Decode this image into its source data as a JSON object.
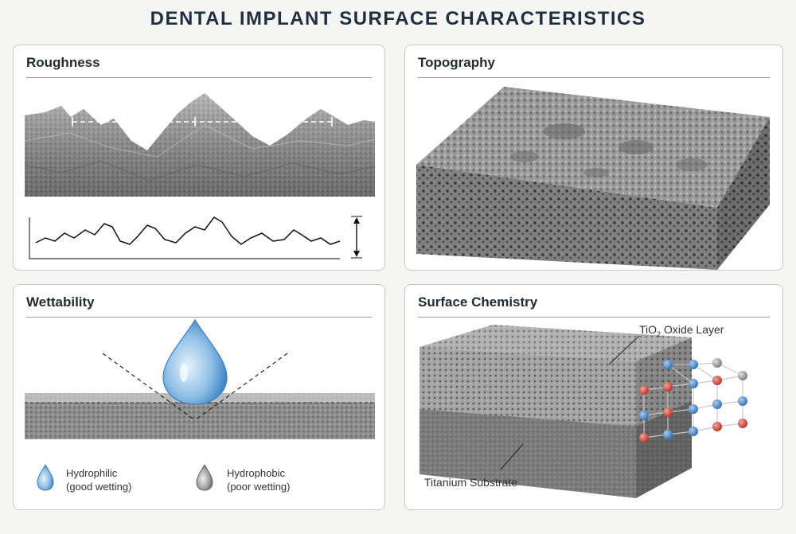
{
  "title": "DENTAL IMPLANT SURFACE CHARACTERISTICS",
  "panels": {
    "roughness": {
      "title": "Roughness"
    },
    "topography": {
      "title": "Topography"
    },
    "wettability": {
      "title": "Wettability",
      "hydrophilic_line1": "Hydrophilic",
      "hydrophilic_line2": "(good wetting)",
      "hydrophobic_line1": "Hydrophobic",
      "hydrophobic_line2": "(poor wetting)"
    },
    "chemistry": {
      "title": "Surface Chemistry",
      "oxide_prefix": "TiO",
      "oxide_sub": "2",
      "oxide_suffix": " Oxide Layer",
      "substrate": "Titanium Substrate"
    }
  },
  "colors": {
    "drop_blue": "#5b9fd6",
    "oxygen_red": "#c0392b",
    "titanium_blue": "#3f7fc4",
    "surface_gray": "#8c8c8c"
  },
  "icons": [
    "water-drop-blue-icon",
    "water-drop-gray-icon"
  ]
}
